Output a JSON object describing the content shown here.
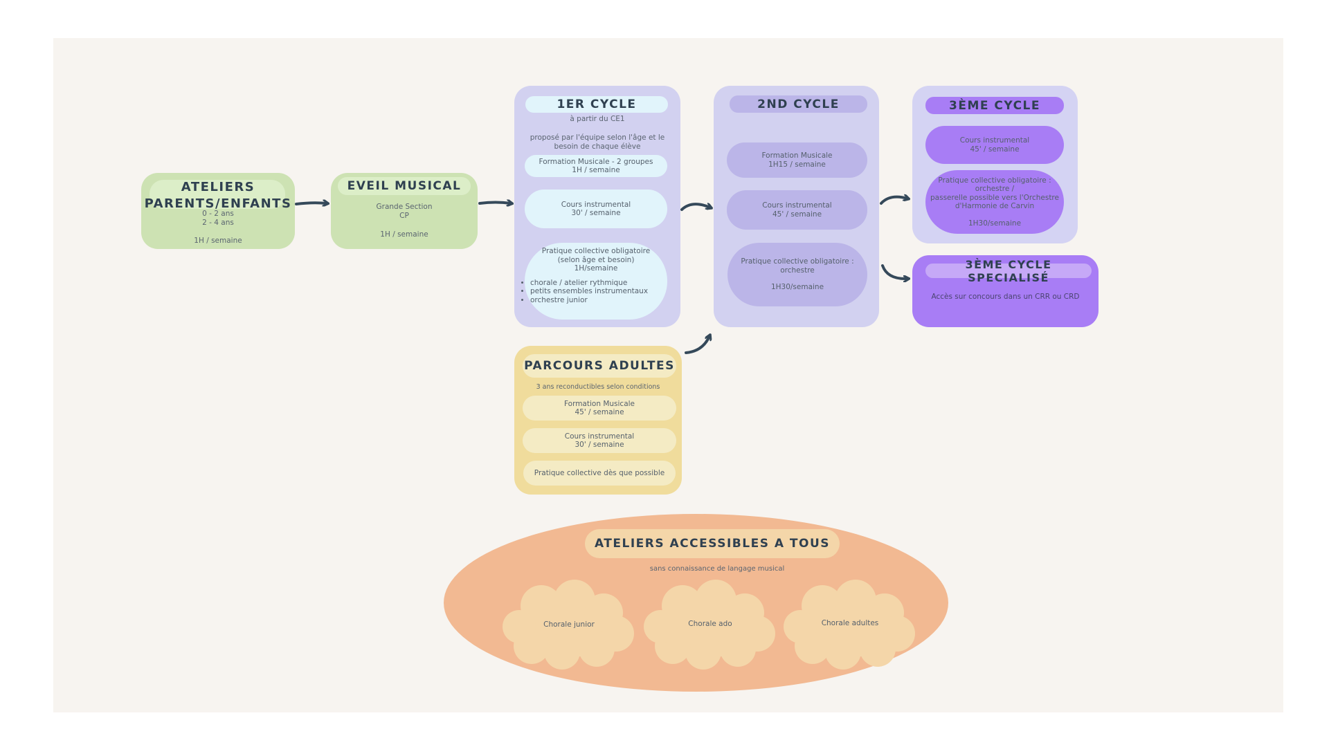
{
  "colors": {
    "background": "#f7f4f0",
    "green_box": "#cde2b3",
    "green_pill": "#dceec8",
    "lavender_box": "#d2d1f0",
    "light_blue_pill": "#e1f4fb",
    "lavender_pill": "#bbb5e8",
    "violet": "#a87df5",
    "violet_box": "#d4d3f3",
    "yellow_box": "#f0dc9c",
    "yellow_pill": "#f4ebc4",
    "orange_ellipse": "#f2b992",
    "cloud": "#f4d6a9",
    "arrow": "#35495a"
  },
  "ateliers_parents": {
    "title_line1": "ATELIERS",
    "title_line2": "PARENTS/ENFANTS",
    "age1": "0 - 2 ans",
    "age2": "2 - 4 ans",
    "duration": "1H / semaine"
  },
  "eveil": {
    "title": "EVEIL MUSICAL",
    "line1": "Grande Section",
    "line2": "CP",
    "duration": "1H / semaine"
  },
  "cycle1": {
    "title": "1ER CYCLE",
    "subtitle": "à partir du CE1",
    "note_line1": "proposé par l'équipe selon l'âge et le",
    "note_line2": "besoin de chaque élève",
    "fm_line1": "Formation Musicale - 2 groupes",
    "fm_line2": "1H / semaine",
    "ci_line1": "Cours instrumental",
    "ci_line2": "30' / semaine",
    "pc_line1": "Pratique collective obligatoire",
    "pc_line2": "(selon âge et besoin)",
    "pc_line3": "1H/semaine",
    "pc_bullets": [
      "chorale / atelier rythmique",
      "petits ensembles instrumentaux",
      "orchestre junior"
    ]
  },
  "cycle2": {
    "title": "2ND CYCLE",
    "fm_line1": "Formation Musicale",
    "fm_line2": "1H15 / semaine",
    "ci_line1": "Cours instrumental",
    "ci_line2": "45' / semaine",
    "pc_line1": "Pratique collective obligatoire :",
    "pc_line2": "orchestre",
    "pc_line3": "1H30/semaine"
  },
  "cycle3": {
    "title": "3ÈME CYCLE",
    "ci_line1": "Cours instrumental",
    "ci_line2": "45' / semaine",
    "pc_line1": "Pratique collective obligatoire :",
    "pc_line2": "orchestre /",
    "pc_line3": "passerelle possible vers l'Orchestre",
    "pc_line4": "d'Harmonie de Carvin",
    "pc_line5": "1H30/semaine"
  },
  "cycle3_spec": {
    "title": "3ÈME CYCLE SPECIALISÉ",
    "text": "Accès sur concours dans un CRR ou CRD"
  },
  "adultes": {
    "title": "PARCOURS ADULTES",
    "subtitle": "3 ans reconductibles selon conditions",
    "fm_line1": "Formation Musicale",
    "fm_line2": "45' / semaine",
    "ci_line1": "Cours instrumental",
    "ci_line2": "30' / semaine",
    "pc": "Pratique collective dès que possible"
  },
  "ateliers_tous": {
    "title": "ATELIERS ACCESSIBLES A TOUS",
    "subtitle": "sans connaissance de langage musical",
    "clouds": [
      "Chorale junior",
      "Chorale ado",
      "Chorale adultes"
    ]
  }
}
